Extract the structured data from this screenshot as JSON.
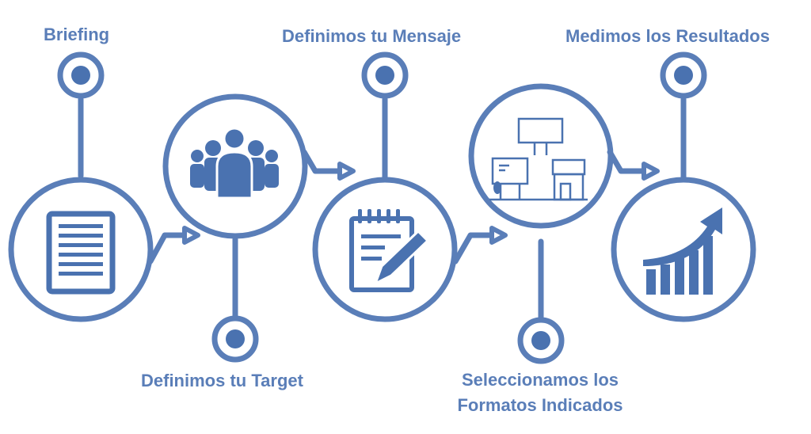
{
  "theme": {
    "accent": "#5a7eb8",
    "fill": "#4a72b0",
    "background": "#ffffff"
  },
  "steps": [
    {
      "label": "Briefing",
      "icon": "document-icon"
    },
    {
      "label": "Definimos tu Target",
      "icon": "people-group-icon"
    },
    {
      "label": "Definimos tu Mensaje",
      "icon": "notepad-pencil-icon"
    },
    {
      "label_line1": "Seleccionamos los",
      "label_line2": "Formatos Indicados",
      "icon": "billboards-icon"
    },
    {
      "label": "Medimos los Resultados",
      "icon": "growth-chart-icon"
    }
  ]
}
